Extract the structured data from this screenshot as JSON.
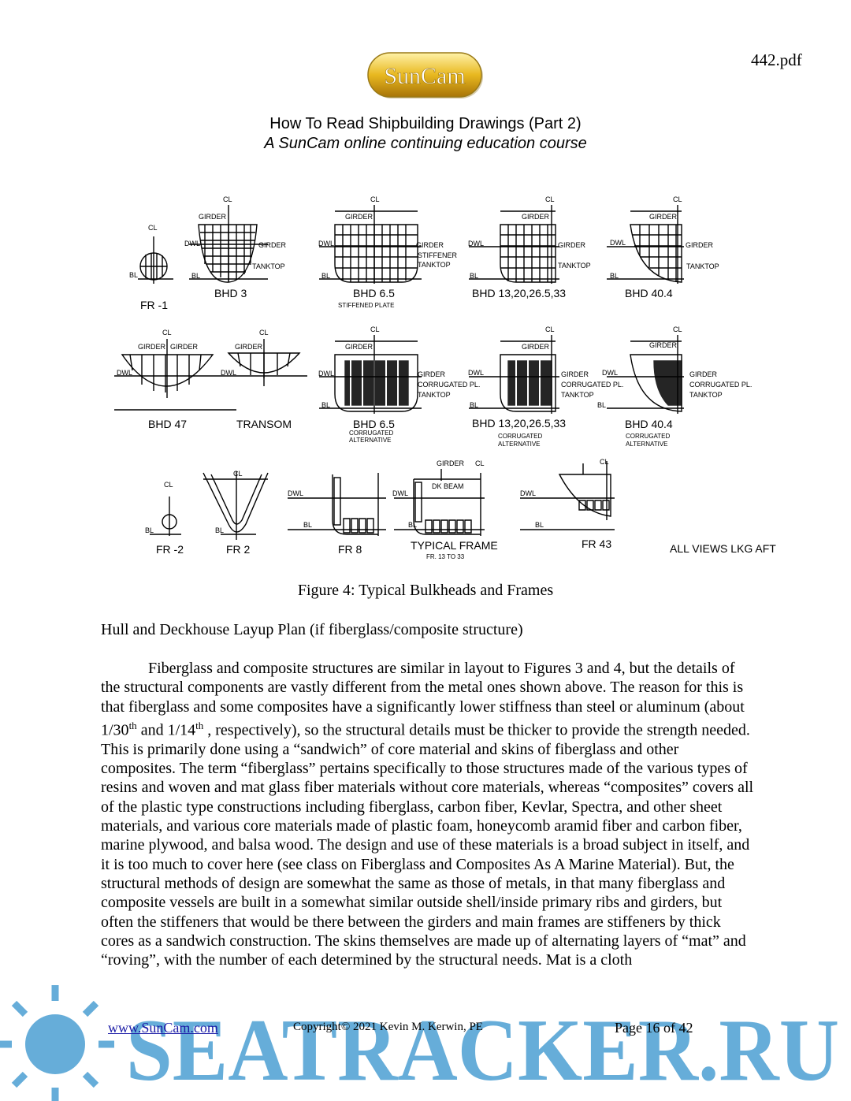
{
  "header": {
    "filename": "442.pdf",
    "logo_text": "SunCam",
    "title": "How To Read Shipbuilding Drawings (Part 2)",
    "subtitle": "A SunCam online continuing education course"
  },
  "figure": {
    "caption": "Figure 4: Typical Bulkheads and Frames",
    "view_note": "ALL VIEWS LKG AFT",
    "labels": {
      "fr_m1": "FR -1",
      "bhd3": "BHD 3",
      "bhd65": "BHD 6.5",
      "bhd65_note": "STIFFENED PLATE",
      "bhd13": "BHD 13,20,26.5,33",
      "bhd404": "BHD 40.4",
      "bhd47": "BHD 47",
      "transom": "TRANSOM",
      "bhd65c": "BHD 6.5",
      "bhd65c_note1": "CORRUGATED",
      "bhd65c_note2": "ALTERNATIVE",
      "bhd13c": "BHD 13,20,26.5,33",
      "bhd13c_note1": "CORRUGATED",
      "bhd13c_note2": "ALTERNATIVE",
      "bhd404c": "BHD 40.4",
      "bhd404c_note1": "CORRUGATED",
      "bhd404c_note2": "ALTERNATIVE",
      "fr_m2": "FR -2",
      "fr2": "FR 2",
      "fr8": "FR 8",
      "typical": "TYPICAL FRAME",
      "typical_note": "FR. 13 TO 33",
      "fr43": "FR 43",
      "cl": "CL",
      "bl": "BL",
      "dwl": "DWL",
      "girder": "GIRDER",
      "tanktop": "TANKTOP",
      "stiffener": "STIFFENER",
      "corrugated": "CORRUGATED PL.",
      "dk_beam": "DK BEAM"
    }
  },
  "section_heading": "Hull and Deckhouse Layup Plan (if fiberglass/composite structure)",
  "body": {
    "para_a": "Fiberglass and composite structures are similar in layout to Figures 3 and 4, but the details of the structural components are vastly different from the metal ones shown above. The reason for this is that fiberglass and some composites have a significantly lower stiffness than steel or aluminum (about 1/30",
    "sup1": "th",
    "para_b": " and 1/14",
    "sup2": "th",
    "para_c": " , respectively), so the structural details must be thicker to provide the strength needed. This is primarily done using a “sandwich” of core material and skins of fiberglass and other composites. The term “fiberglass” pertains specifically to those structures made of the various types of resins and woven and mat glass fiber materials without core materials, whereas “composites” covers all of the plastic type constructions including fiberglass, carbon fiber, Kevlar, Spectra, and other sheet materials, and various core materials made of plastic foam, honeycomb aramid fiber and carbon fiber, marine plywood, and balsa wood. The design and use of these materials is a broad subject in itself, and it is too much to cover here (see class on Fiberglass and Composites As A Marine Material). But, the structural methods of design are somewhat the same as those of metals, in that many fiberglass and composite vessels are built in a somewhat similar outside shell/inside primary ribs and girders, but often the stiffeners that would be there between the girders and main frames are stiffeners by thick cores as a sandwich construction. The skins themselves are made up of alternating layers of “mat” and “roving”, with the number of each determined by the structural needs. Mat is a cloth"
  },
  "footer": {
    "link": "www.SunCam.com",
    "copyright": "Copyright© 2021 Kevin M. Kerwin, PE",
    "page": "Page 16 of 42"
  },
  "watermark": {
    "text": "SEATRACKER.RU",
    "color": "#5aa7d6"
  }
}
